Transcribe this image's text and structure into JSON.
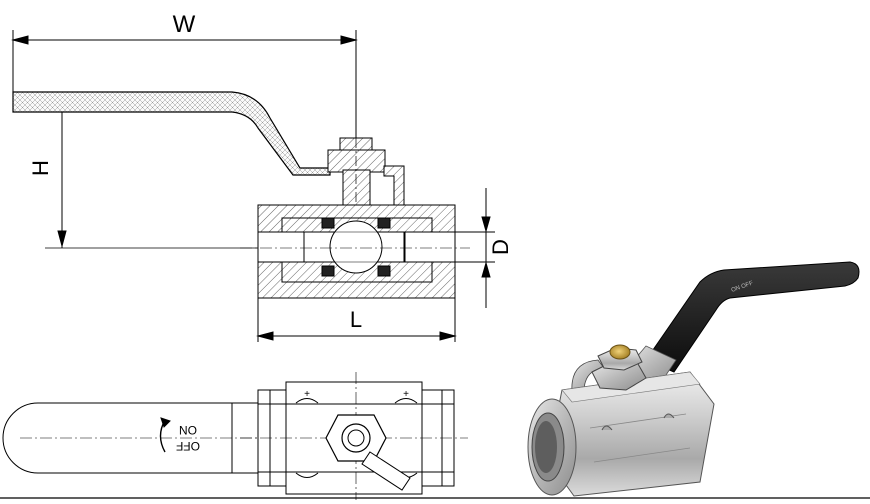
{
  "dimensions": {
    "width_label": "W",
    "height_label": "H",
    "length_label": "L",
    "diameter_label": "D"
  },
  "handle_text": {
    "on": "ON",
    "off": "OFF"
  },
  "colors": {
    "line": "#000000",
    "hatch": "#555555",
    "handle_grip": "#1a1a1a",
    "body_metal": "#c9c9c9",
    "brass_stem": "#c8a23c"
  }
}
